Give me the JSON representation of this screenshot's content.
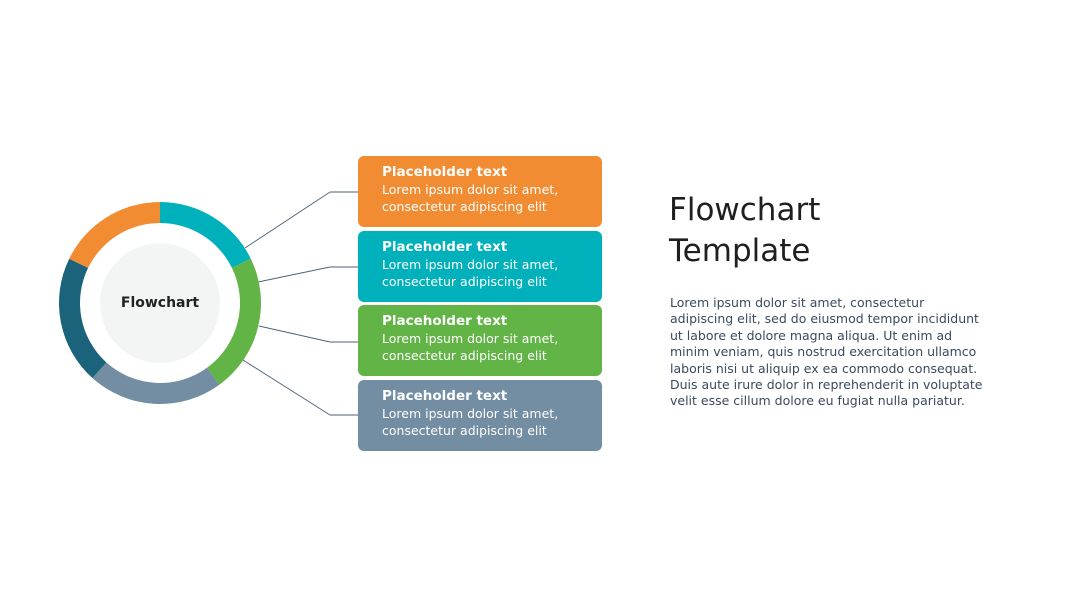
{
  "center_label": "Flowchart",
  "title_lines": [
    "Flowchart",
    "Template"
  ],
  "description_lines": [
    "Lorem ipsum dolor sit amet, consectetur",
    "adipiscing elit, sed do eiusmod tempor incididunt",
    "ut labore et dolore magna aliqua. Ut enim ad",
    "minim veniam, quis nostrud exercitation ullamco",
    "laboris nisi ut aliquip ex ea commodo consequat.",
    "Duis aute irure dolor in reprehenderit in voluptate",
    "velit esse cillum dolore eu fugiat nulla pariatur."
  ],
  "cards": [
    {
      "title": "Placeholder text",
      "line1": "Lorem ipsum dolor sit amet,",
      "line2": "consectetur adipiscing elit",
      "color": "#F28C33"
    },
    {
      "title": "Placeholder text",
      "line1": "Lorem ipsum dolor sit amet,",
      "line2": "consectetur adipiscing elit",
      "color": "#00B1BC"
    },
    {
      "title": "Placeholder text",
      "line1": "Lorem ipsum dolor sit amet,",
      "line2": "consectetur adipiscing elit",
      "color": "#62B447"
    },
    {
      "title": "Placeholder text",
      "line1": "Lorem ipsum dolor sit amet,",
      "line2": "consectetur adipiscing elit",
      "color": "#738DA3"
    }
  ],
  "ring_segments": [
    {
      "start_deg": 0,
      "end_deg": 64,
      "color": "#00B1BC"
    },
    {
      "start_deg": 64,
      "end_deg": 144,
      "color": "#62B447"
    },
    {
      "start_deg": 144,
      "end_deg": 222,
      "color": "#738DA3"
    },
    {
      "start_deg": 222,
      "end_deg": 296,
      "color": "#1B637B"
    },
    {
      "start_deg": 296,
      "end_deg": 360,
      "color": "#F28C33"
    }
  ],
  "colors": {
    "connector_line": "#4F6275",
    "ring_inner_fill": "#F3F4F4",
    "title_text": "#1F1F1F",
    "body_text": "#3A4A5C"
  }
}
